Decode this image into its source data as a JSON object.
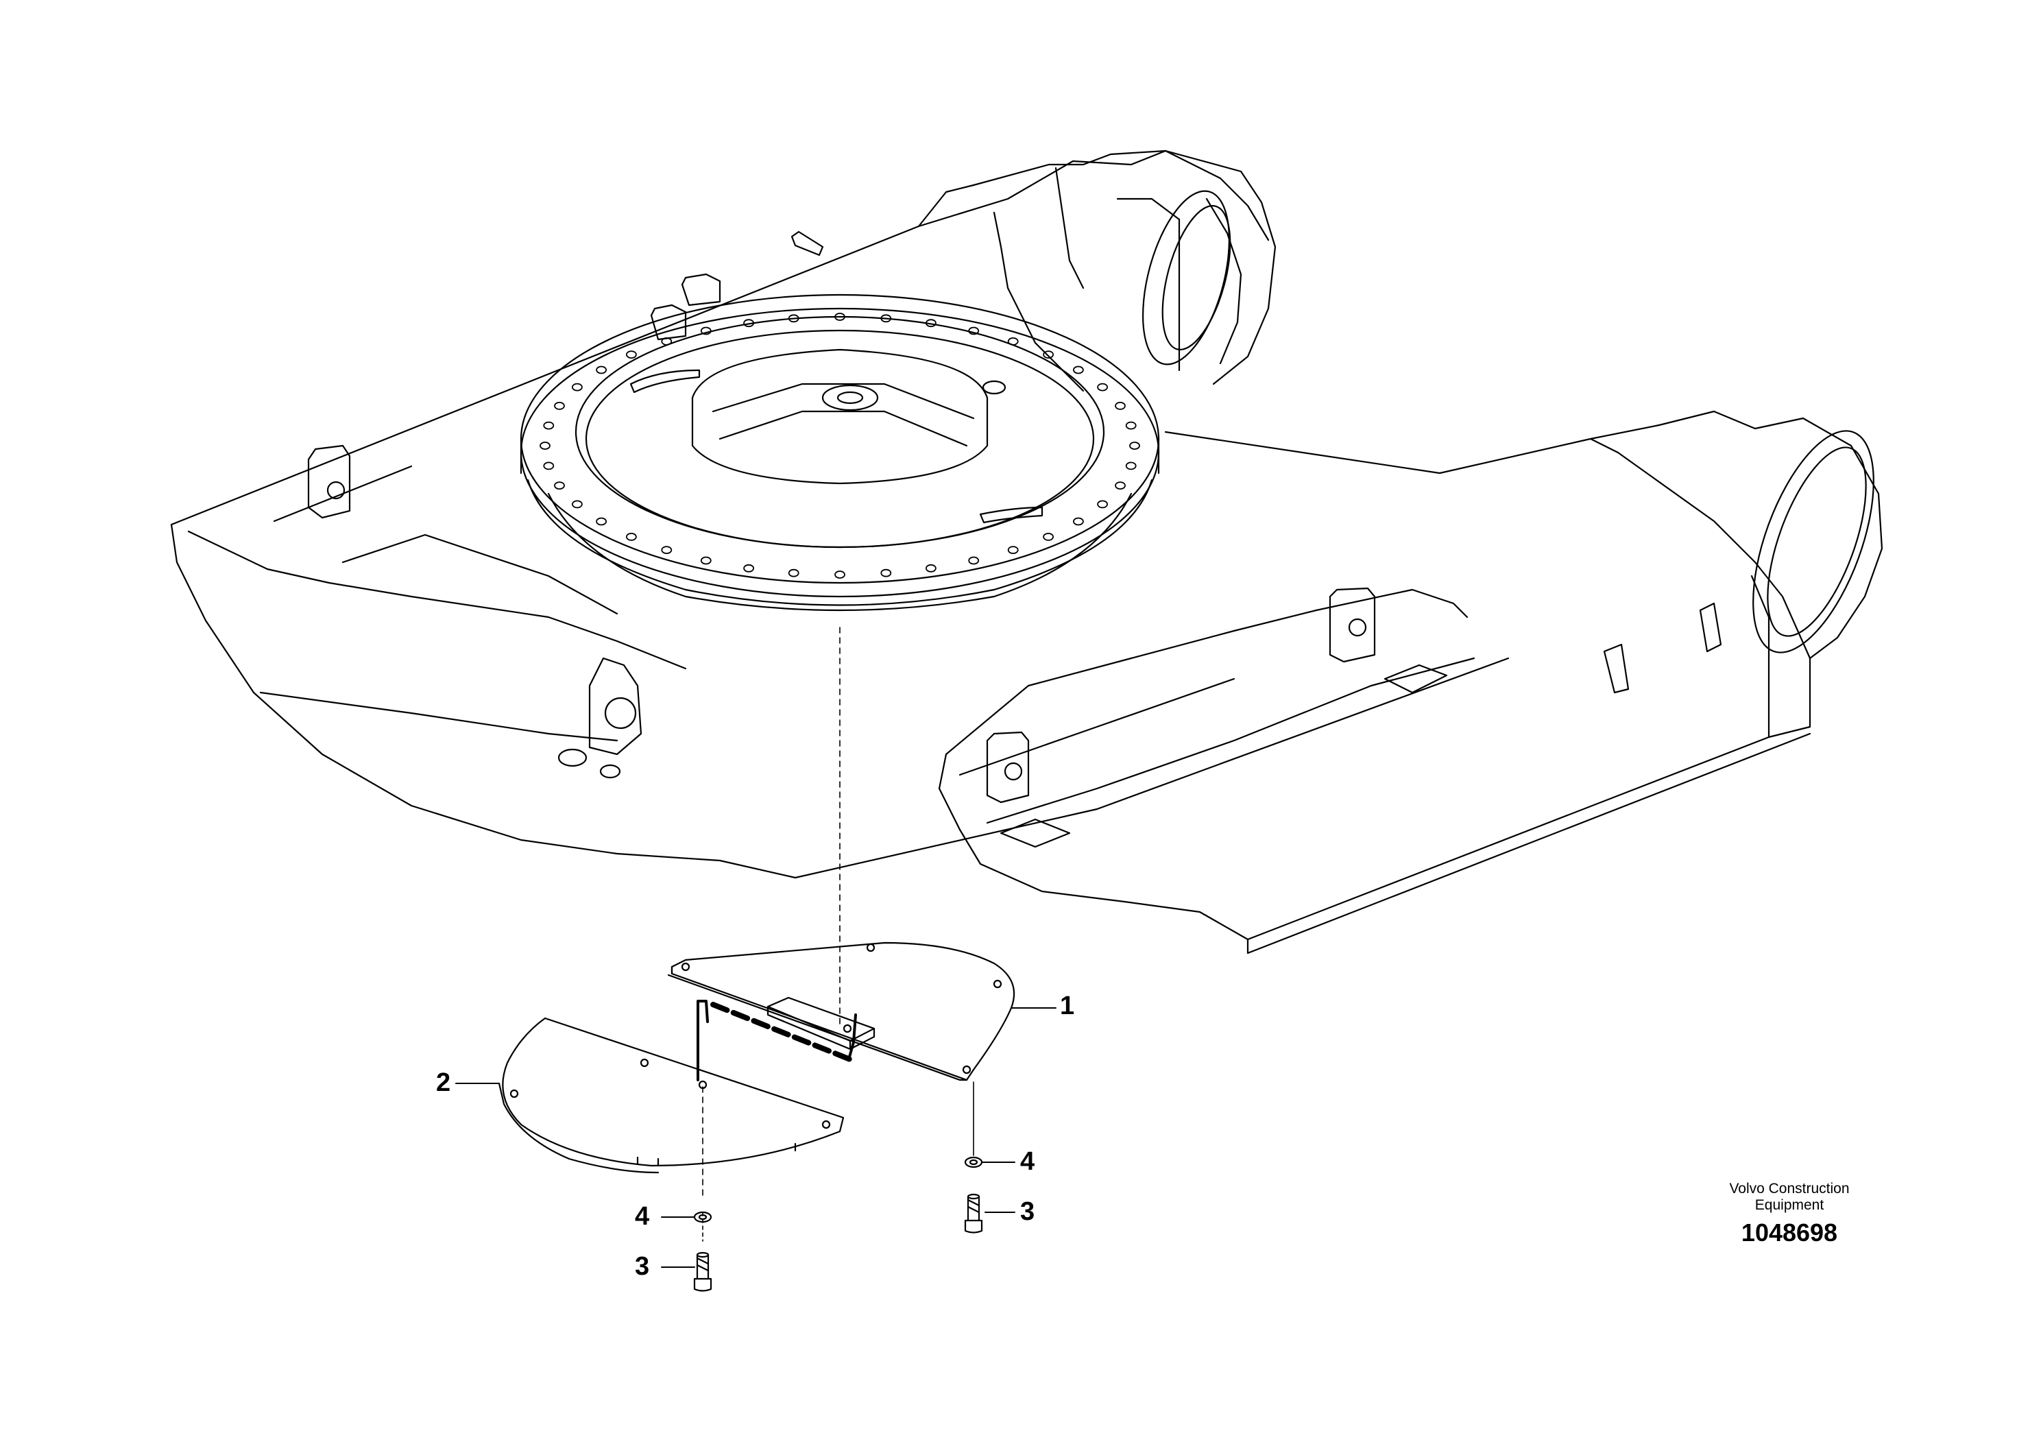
{
  "callouts": {
    "item_1": "1",
    "item_2": "2",
    "item_3_left": "3",
    "item_3_right": "3",
    "item_4_left": "4",
    "item_4_right": "4"
  },
  "title_block": {
    "company_line_1": "Volvo Construction",
    "company_line_2": "Equipment",
    "document_number": "1048698"
  },
  "colors": {
    "line": "#000000",
    "background": "#ffffff"
  }
}
